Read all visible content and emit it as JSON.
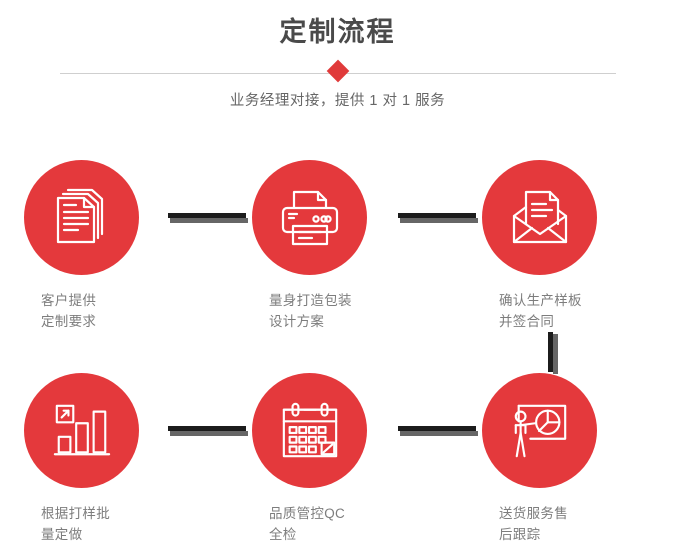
{
  "header": {
    "title": "定制流程",
    "subtitle": "业务经理对接，提供 1 对 1 服务",
    "diamond_color": "#e03a3a",
    "line_color": "#cfcfcf"
  },
  "theme": {
    "accent_red": "#e4393c",
    "label_gray": "#7d7d7d",
    "connector_dark": "#1c1c1c",
    "connector_shadow": "#666666"
  },
  "steps": [
    {
      "index": 1,
      "icon": "documents-stack-icon",
      "label": "客户提供\n定制要求"
    },
    {
      "index": 2,
      "icon": "printer-icon",
      "label": "量身打造包装\n设计方案"
    },
    {
      "index": 3,
      "icon": "envelope-letter-icon",
      "label": "确认生产样板\n并签合同"
    },
    {
      "index": 4,
      "icon": "bar-chart-growth-icon",
      "label": "根据打样批\n量定做"
    },
    {
      "index": 5,
      "icon": "calendar-check-icon",
      "label": "品质管控QC\n全检"
    },
    {
      "index": 6,
      "icon": "presenter-pie-chart-icon",
      "label": "送货服务售\n后跟踪"
    }
  ]
}
